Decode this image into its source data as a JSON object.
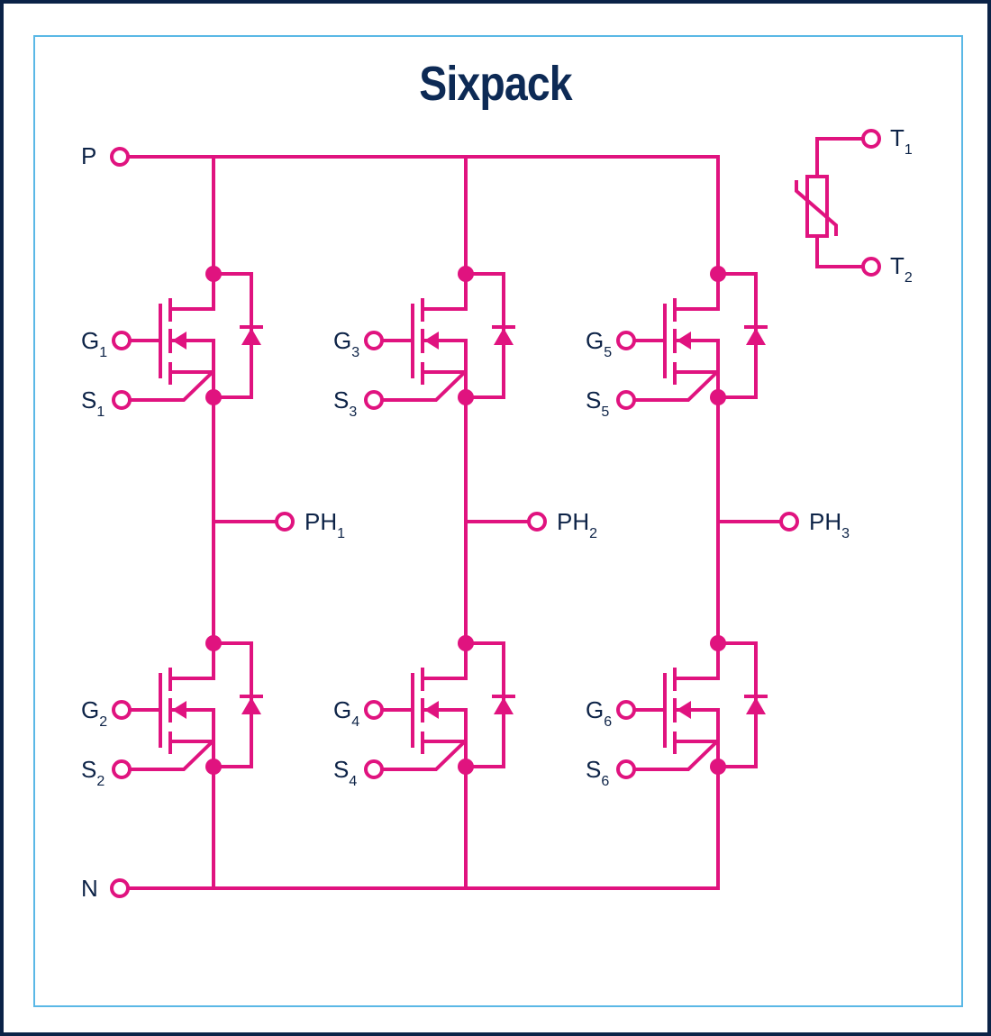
{
  "title": "Sixpack",
  "colors": {
    "wire": "#e0137f",
    "text": "#0d2347",
    "outer_border": "#0b2347",
    "inner_border": "#5ab8e6"
  },
  "rails": {
    "positive": {
      "label": "P"
    },
    "negative": {
      "label": "N"
    }
  },
  "thermistor": {
    "terminals": [
      {
        "label": "T",
        "sub": "1"
      },
      {
        "label": "T",
        "sub": "2"
      }
    ]
  },
  "phases": [
    {
      "label": "PH",
      "sub": "1"
    },
    {
      "label": "PH",
      "sub": "2"
    },
    {
      "label": "PH",
      "sub": "3"
    }
  ],
  "switches": [
    {
      "leg": 1,
      "position": "high",
      "gate": {
        "label": "G",
        "sub": "1"
      },
      "source": {
        "label": "S",
        "sub": "1"
      }
    },
    {
      "leg": 1,
      "position": "low",
      "gate": {
        "label": "G",
        "sub": "2"
      },
      "source": {
        "label": "S",
        "sub": "2"
      }
    },
    {
      "leg": 2,
      "position": "high",
      "gate": {
        "label": "G",
        "sub": "3"
      },
      "source": {
        "label": "S",
        "sub": "3"
      }
    },
    {
      "leg": 2,
      "position": "low",
      "gate": {
        "label": "G",
        "sub": "4"
      },
      "source": {
        "label": "S",
        "sub": "4"
      }
    },
    {
      "leg": 3,
      "position": "high",
      "gate": {
        "label": "G",
        "sub": "5"
      },
      "source": {
        "label": "S",
        "sub": "5"
      }
    },
    {
      "leg": 3,
      "position": "low",
      "gate": {
        "label": "G",
        "sub": "6"
      },
      "source": {
        "label": "S",
        "sub": "6"
      }
    }
  ]
}
